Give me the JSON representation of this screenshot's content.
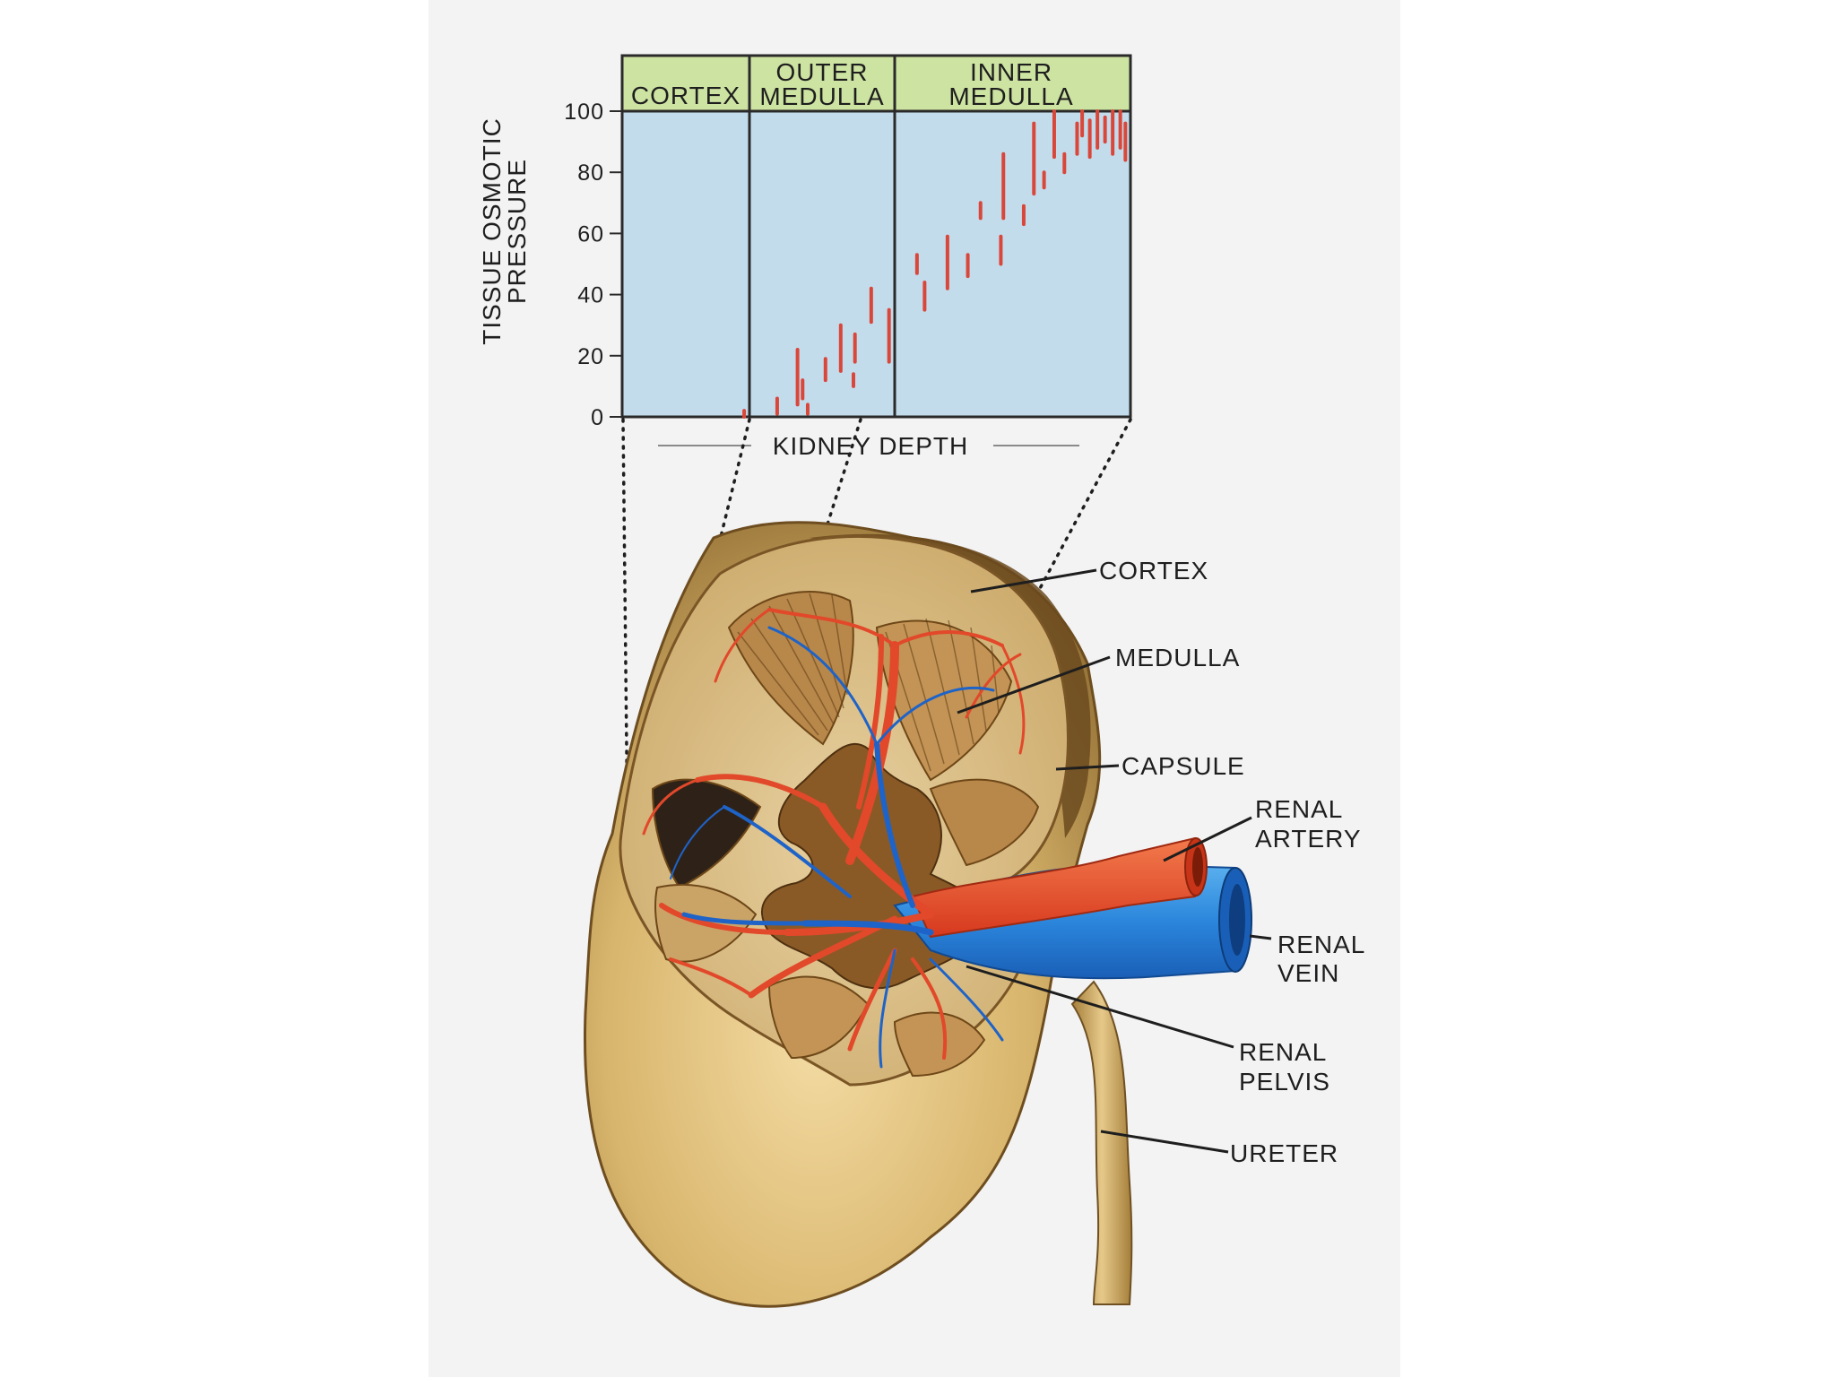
{
  "chart_data": {
    "type": "bar",
    "ylabel": [
      "TISSUE OSMOTIC",
      "PRESSURE"
    ],
    "xlabel": "KIDNEY DEPTH",
    "ylim": [
      0,
      100
    ],
    "y_ticks": [
      "0",
      "20",
      "40",
      "60",
      "80",
      "100"
    ],
    "zones": [
      {
        "label": [
          "CORTEX"
        ]
      },
      {
        "label": [
          "OUTER",
          "MEDULLA"
        ]
      },
      {
        "label": [
          "INNER",
          "MEDULLA"
        ]
      }
    ],
    "x_range": [
      0,
      100
    ],
    "grid": false,
    "ranges": [
      {
        "x": 24.0,
        "low": 0,
        "high": 2
      },
      {
        "x": 30.5,
        "low": 1,
        "high": 6
      },
      {
        "x": 34.5,
        "low": 4,
        "high": 22
      },
      {
        "x": 35.5,
        "low": 6,
        "high": 12
      },
      {
        "x": 36.5,
        "low": 1,
        "high": 4
      },
      {
        "x": 40.0,
        "low": 12,
        "high": 19
      },
      {
        "x": 43.0,
        "low": 15,
        "high": 30
      },
      {
        "x": 45.5,
        "low": 10,
        "high": 14
      },
      {
        "x": 45.8,
        "low": 18,
        "high": 27
      },
      {
        "x": 49.0,
        "low": 31,
        "high": 42
      },
      {
        "x": 52.5,
        "low": 18,
        "high": 35
      },
      {
        "x": 58.0,
        "low": 47,
        "high": 53
      },
      {
        "x": 59.5,
        "low": 35,
        "high": 44
      },
      {
        "x": 64.0,
        "low": 42,
        "high": 59
      },
      {
        "x": 68.0,
        "low": 46,
        "high": 53
      },
      {
        "x": 70.5,
        "low": 65,
        "high": 70
      },
      {
        "x": 74.5,
        "low": 50,
        "high": 59
      },
      {
        "x": 75.0,
        "low": 65,
        "high": 86
      },
      {
        "x": 79.0,
        "low": 63,
        "high": 69
      },
      {
        "x": 81.0,
        "low": 73,
        "high": 96
      },
      {
        "x": 83.0,
        "low": 75,
        "high": 80
      },
      {
        "x": 85.0,
        "low": 85,
        "high": 100
      },
      {
        "x": 87.0,
        "low": 80,
        "high": 86
      },
      {
        "x": 89.5,
        "low": 86,
        "high": 96
      },
      {
        "x": 90.5,
        "low": 92,
        "high": 100
      },
      {
        "x": 92.0,
        "low": 85,
        "high": 97
      },
      {
        "x": 93.5,
        "low": 88,
        "high": 100
      },
      {
        "x": 95.0,
        "low": 90,
        "high": 98
      },
      {
        "x": 96.5,
        "low": 86,
        "high": 100
      },
      {
        "x": 98.0,
        "low": 88,
        "high": 100
      },
      {
        "x": 99.0,
        "low": 84,
        "high": 96
      }
    ]
  },
  "diagram": {
    "labels": [
      {
        "id": "cortex",
        "lines": [
          "CORTEX"
        ]
      },
      {
        "id": "medulla",
        "lines": [
          "MEDULLA"
        ]
      },
      {
        "id": "capsule",
        "lines": [
          "CAPSULE"
        ]
      },
      {
        "id": "renal-artery",
        "lines": [
          "RENAL",
          "ARTERY"
        ]
      },
      {
        "id": "renal-vein",
        "lines": [
          "RENAL",
          "VEIN"
        ]
      },
      {
        "id": "renal-pelvis",
        "lines": [
          "RENAL",
          "PELVIS"
        ]
      },
      {
        "id": "ureter",
        "lines": [
          "URETER"
        ]
      }
    ]
  },
  "colors": {
    "chart_bg": "#c3dcec",
    "zone_header_bg": "#cde3a2",
    "range_bar": "#d9473a",
    "artery": "#e8472a",
    "vein": "#1e63c8",
    "kidney_tan": "#d7b56d",
    "kidney_dark": "#7a4f22"
  }
}
